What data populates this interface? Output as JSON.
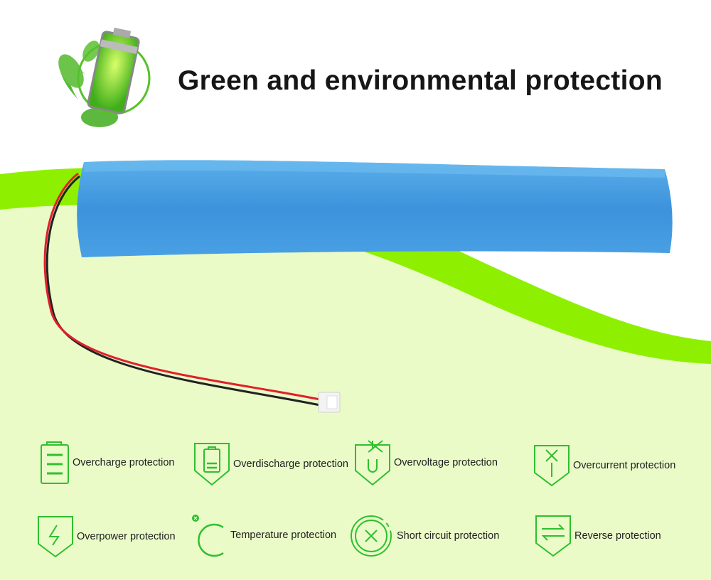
{
  "title": "Green and environmental protection",
  "colors": {
    "accent_green": "#2fbf2f",
    "lime_band": "#8ef000",
    "pale_bg": "#eafbc8",
    "battery_blue": "#4a9fe2"
  },
  "features": [
    {
      "label": "Overcharge protection",
      "icon": "battery-full-icon"
    },
    {
      "label": "Overdischarge protection",
      "icon": "battery-low-shield-icon"
    },
    {
      "label": "Overvoltage protection",
      "icon": "voltage-shield-icon"
    },
    {
      "label": "Overcurrent protection",
      "icon": "current-shield-icon"
    },
    {
      "label": "Overpower protection",
      "icon": "lightning-shield-icon"
    },
    {
      "label": "Temperature protection",
      "icon": "temperature-ring-icon"
    },
    {
      "label": "Short circuit protection",
      "icon": "short-circuit-icon"
    },
    {
      "label": "Reverse protection",
      "icon": "reverse-arrows-shield-icon"
    }
  ]
}
